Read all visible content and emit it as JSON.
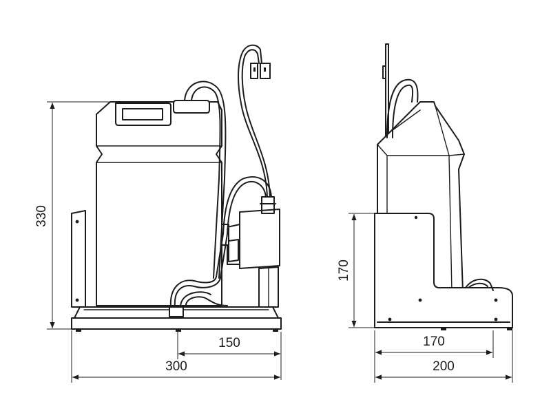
{
  "dimensions": {
    "height_total": "330",
    "depth_base": "150",
    "width_total": "300",
    "height_side": "170",
    "side_inner": "170",
    "side_total": "200"
  },
  "colors": {
    "line": "#1c1c1c",
    "background": "#ffffff"
  }
}
